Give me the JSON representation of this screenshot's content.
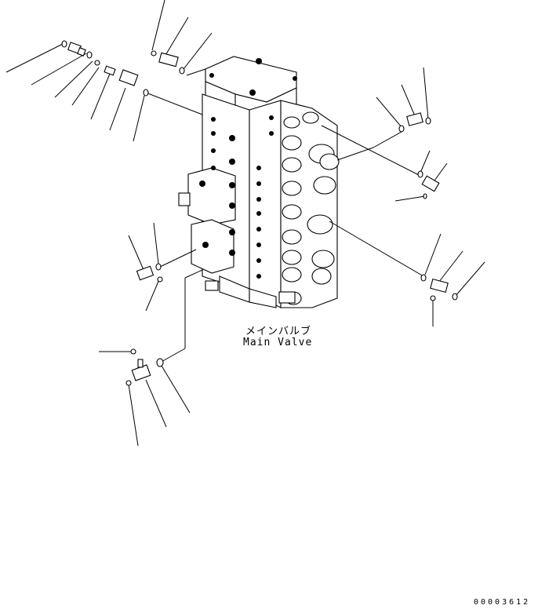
{
  "diagram": {
    "main_label_jp": "メインバルブ",
    "main_label_en": "Main Valve",
    "reference_number": "00003612"
  },
  "icons": {
    "main_valve": "main-valve-assembly-icon",
    "fitting": "pressure-fitting-icon",
    "o_ring": "o-ring-icon",
    "plug": "plug-icon"
  }
}
